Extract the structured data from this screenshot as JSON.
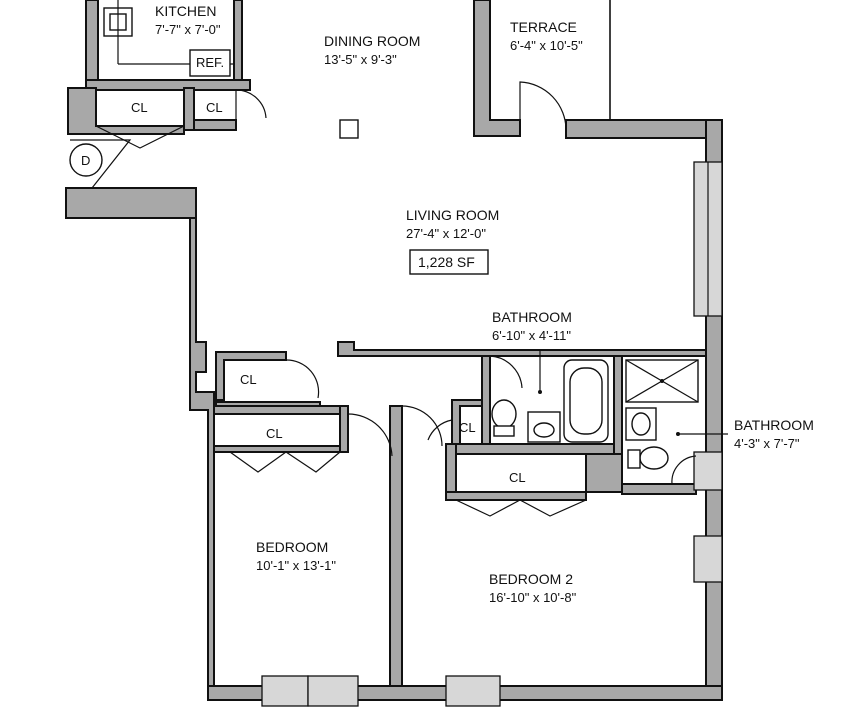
{
  "floorplan": {
    "area_label": "1,228 SF",
    "rooms": {
      "kitchen": {
        "name": "KITCHEN",
        "dims": "7'-7\" x 7'-0\""
      },
      "dining": {
        "name": "DINING ROOM",
        "dims": "13'-5\" x 9'-3\""
      },
      "terrace": {
        "name": "TERRACE",
        "dims": "6'-4\" x 10'-5\""
      },
      "living": {
        "name": "LIVING ROOM",
        "dims": "27'-4\" x 12'-0\""
      },
      "bath1": {
        "name": "BATHROOM",
        "dims": "6'-10\" x 4'-11\""
      },
      "bath2": {
        "name": "BATHROOM",
        "dims": "4'-3\" x 7'-7\""
      },
      "bedroom1": {
        "name": "BEDROOM",
        "dims": "10'-1\" x 13'-1\""
      },
      "bedroom2": {
        "name": "BEDROOM 2",
        "dims": "16'-10\" x 10'-8\""
      }
    },
    "labels": {
      "ref": "REF.",
      "d": "D",
      "cl": "CL"
    }
  }
}
